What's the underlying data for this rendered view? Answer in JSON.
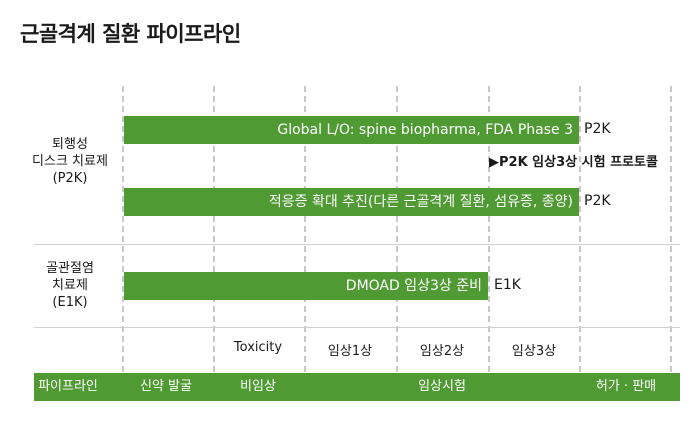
{
  "title": "근골격계 질환 파이프라인",
  "chart_data": {
    "type": "gantt",
    "phases": [
      {
        "label": "파이프라인"
      },
      {
        "label": "신약 발굴"
      },
      {
        "label": "비임상"
      },
      {
        "label": "임상시험"
      },
      {
        "label": "허가 · 판매"
      }
    ],
    "stages": [
      "Toxicity",
      "임상1상",
      "임상2상",
      "임상3상"
    ],
    "rows": [
      {
        "label_lines": [
          "퇴행성",
          "디스크 치료제",
          "(P2K)"
        ],
        "bars": [
          {
            "text": "Global L/O: spine biopharma, FDA Phase 3",
            "end_stage": "임상3상",
            "code": "P2K"
          },
          {
            "text": "적응증 확대 추진(다른 근골격계 질환, 섬유증, 종양)",
            "end_stage": "임상3상",
            "code": "P2K"
          }
        ],
        "note": "▶P2K 임상3상 시험 프로토콜"
      },
      {
        "label_lines": [
          "골관절염",
          "치료제",
          "(E1K)"
        ],
        "bars": [
          {
            "text": "DMOAD 임상3상 준비",
            "end_stage": "임상2상",
            "code": "E1K"
          }
        ]
      }
    ]
  }
}
